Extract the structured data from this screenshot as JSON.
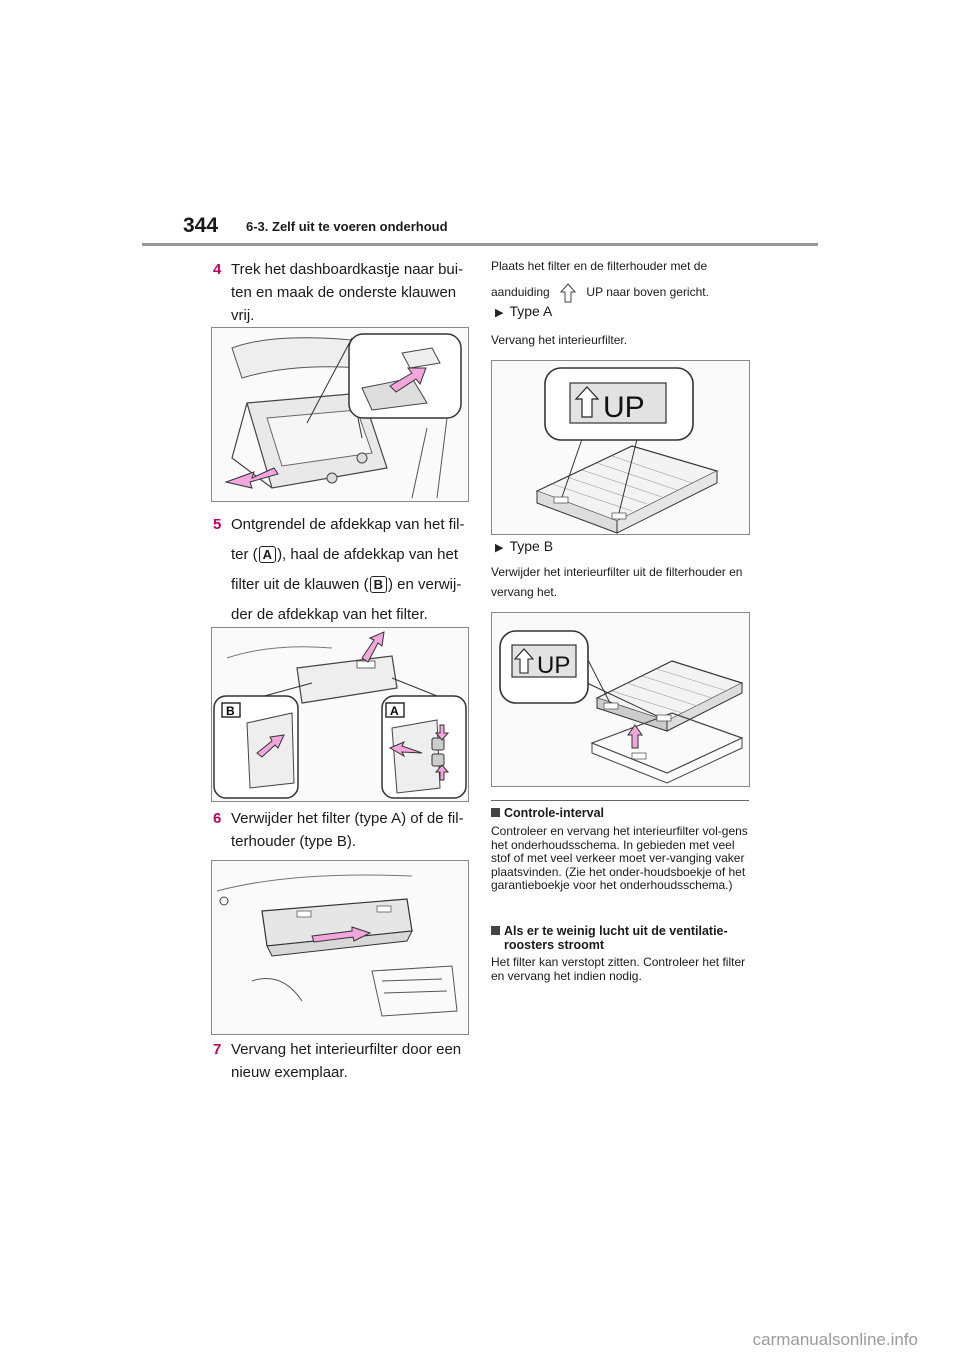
{
  "header": {
    "page_number": "344",
    "section_title": "6-3. Zelf uit te voeren onderhoud"
  },
  "steps": [
    {
      "number": "4",
      "text": "Trek het dashboardkastje naar bui-ten en maak de onderste klauwen vrij."
    },
    {
      "number": "5",
      "text_1": "Ontgrendel de afdekkap van het fil-ter (",
      "badge_a": "A",
      "text_2": "), haal de afdekkap van het filter uit de klauwen (",
      "badge_b": "B",
      "text_3": ") en verwij-der de afdekkap van het filter."
    },
    {
      "number": "6",
      "text": "Verwijder het filter (type A) of de fil-terhouder (type B)."
    },
    {
      "number": "7",
      "text": "Vervang het interieurfilter door een nieuw exemplaar."
    }
  ],
  "figures": {
    "fig2": {
      "label_b": "B",
      "label_a": "A"
    },
    "type_a": {
      "up_label": "UP"
    },
    "type_b": {
      "up_label": "UP"
    }
  },
  "right": {
    "intro_1": "Plaats het filter en de filterhouder met de",
    "intro_2": "aanduiding",
    "intro_3": "UP naar boven gericht.",
    "type_a_label": "Type A",
    "type_a_text": "Vervang het interieurfilter.",
    "type_b_label": "Type B",
    "type_b_text": "Verwijder het interieurfilter uit de filterhouder en vervang het.",
    "section1_title": "Controle-interval",
    "section1_text": "Controleer en vervang het interieurfilter vol-gens het onderhoudsschema. In gebieden met veel stof of met veel verkeer moet ver-vanging vaker plaatsvinden. (Zie het onder-houdsboekje of het garantieboekje voor het onderhoudsschema.)",
    "section2_title": "Als er te weinig lucht uit de ventilatie-roosters stroomt",
    "section2_text": "Het filter kan verstopt zitten. Controleer het filter en vervang het indien nodig."
  },
  "watermark": "carmanualsonline.info",
  "colors": {
    "accent": "#c00062",
    "arrow_fill": "#f2a6dc"
  }
}
